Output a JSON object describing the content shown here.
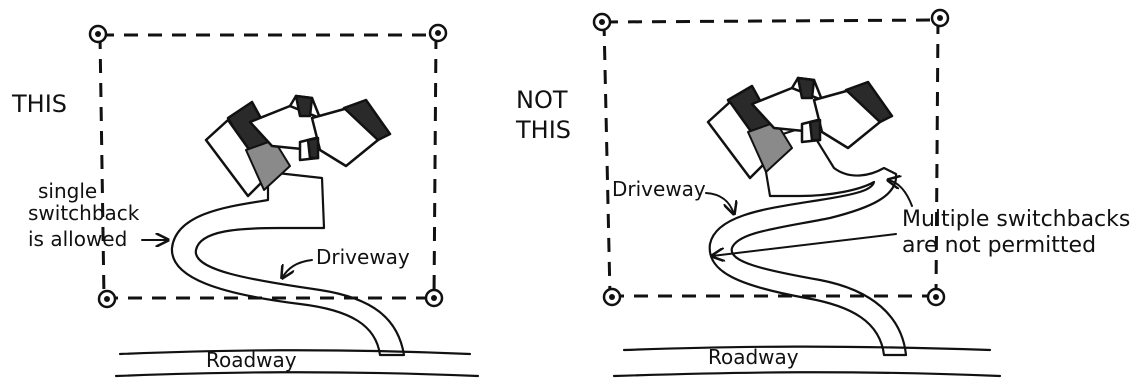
{
  "left_panel": {
    "heading": "THIS",
    "note_line1": "single",
    "note_line2": "switchback",
    "note_line3": "is allowed",
    "driveway_label": "Driveway",
    "roadway_label": "Roadway"
  },
  "right_panel": {
    "heading_line1": "NOT",
    "heading_line2": "THIS",
    "driveway_label": "Driveway",
    "note_line1": "Multiple switchbacks",
    "note_line2": "are not permitted",
    "roadway_label": "Roadway"
  }
}
